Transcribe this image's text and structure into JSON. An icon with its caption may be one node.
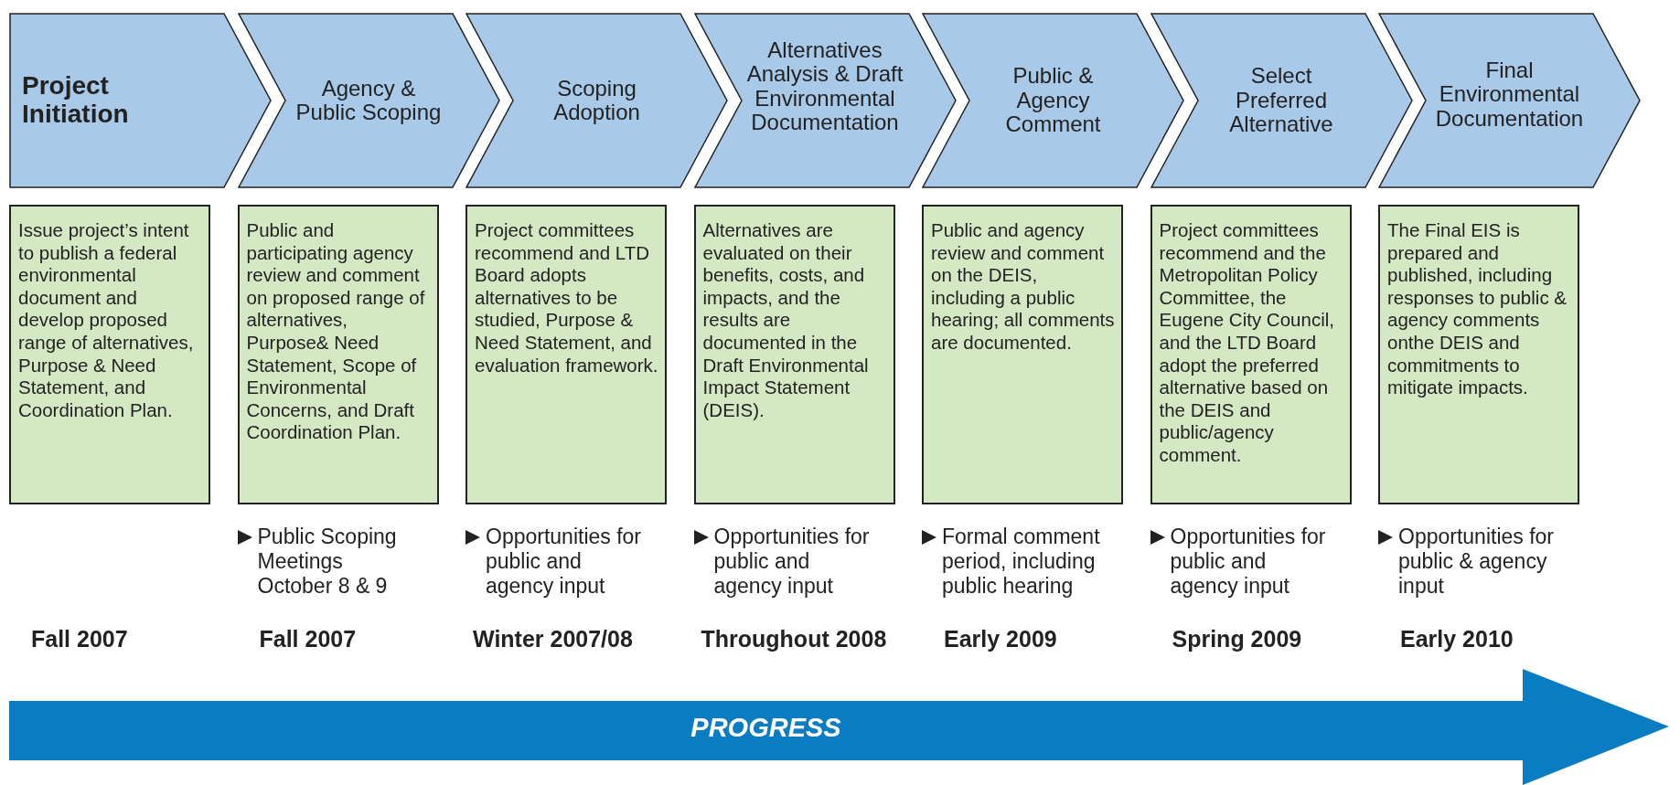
{
  "diagram": {
    "nodes": [
      {
        "text": [
          "Project Initiation"
        ]
      },
      {
        "text": [
          "Agency & Public Scoping"
        ]
      },
      {
        "text": [
          "Scoping Adoption"
        ]
      },
      {
        "text": [
          "Alternatives Analysis & Draft Environmental Documentation"
        ]
      },
      {
        "text": [
          "Public & Agency Comment"
        ]
      },
      {
        "text": [
          "Select Preferred Alternative"
        ]
      },
      {
        "text": [
          "Final Environmental Documentation"
        ]
      },
      {
        "text": [
          "Issue project’s intent to publish a federal environmental document and develop proposed range of alternatives, Purpose & Need Statement, and Coordination Plan."
        ]
      },
      {
        "text": [
          "Public and participating agency review and comment on proposed range of alternatives, Purpose& Need Statement, Scope of Environmental Concerns, and Draft Coordination Plan."
        ]
      },
      {
        "text": [
          "Project committees recommend and LTD Board adopts alternatives to be studied, Purpose & Need Statement, and evaluation framework."
        ]
      },
      {
        "text": [
          "Alternatives are evaluated on their benefits, costs, and impacts, and the results are documented in the Draft Environmental Impact Statement (DEIS)."
        ]
      },
      {
        "text": [
          "Public and agency review and comment on the DEIS, including a public hearing; all comments are documented."
        ]
      },
      {
        "text": [
          "Project committees recommend and the Metropolitan Policy Committee, the Eugene City Council, and the LTD Board adopt the preferred alternative based on the DEIS and public/agency comment."
        ]
      },
      {
        "text": [
          "The Final EIS is prepared and published, including responses to public & agency comments onthe DEIS and commitments to mitigate impacts."
        ]
      },
      {
        "text": [
          "PROGRESS"
        ]
      }
    ],
    "labels": [
      "Public Scoping Meetings October 8 & 9",
      "Opportunities for public and agency input",
      "Opportunities for public and agency input",
      "Formal comment period, including public hearing",
      "Opportunities for public and agency input",
      "Opportunities for public & agency input",
      "Fall 2007",
      "Fall 2007",
      "Winter 2007/08",
      "Throughout 2008",
      "Early 2009",
      "Spring 2009",
      "Early 2010"
    ]
  }
}
